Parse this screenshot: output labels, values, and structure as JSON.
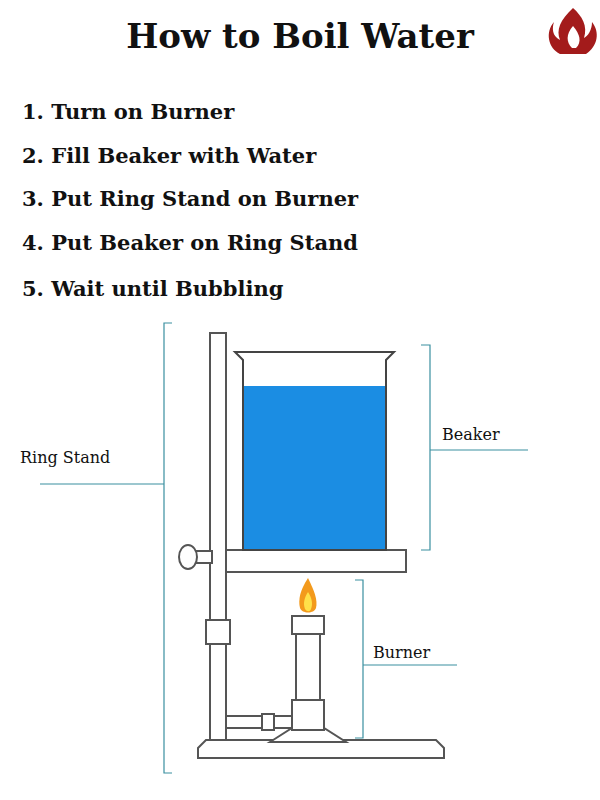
{
  "diagram": {
    "title": "How to Boil Water",
    "labels": [
      "1. Turn on Burner",
      "2. Fill Beaker with Water",
      "3. Put Ring Stand on Burner",
      "4. Put Beaker on Ring Stand",
      "5. Wait until Bubbling",
      "Ring Stand",
      "Beaker",
      "Burner"
    ]
  }
}
